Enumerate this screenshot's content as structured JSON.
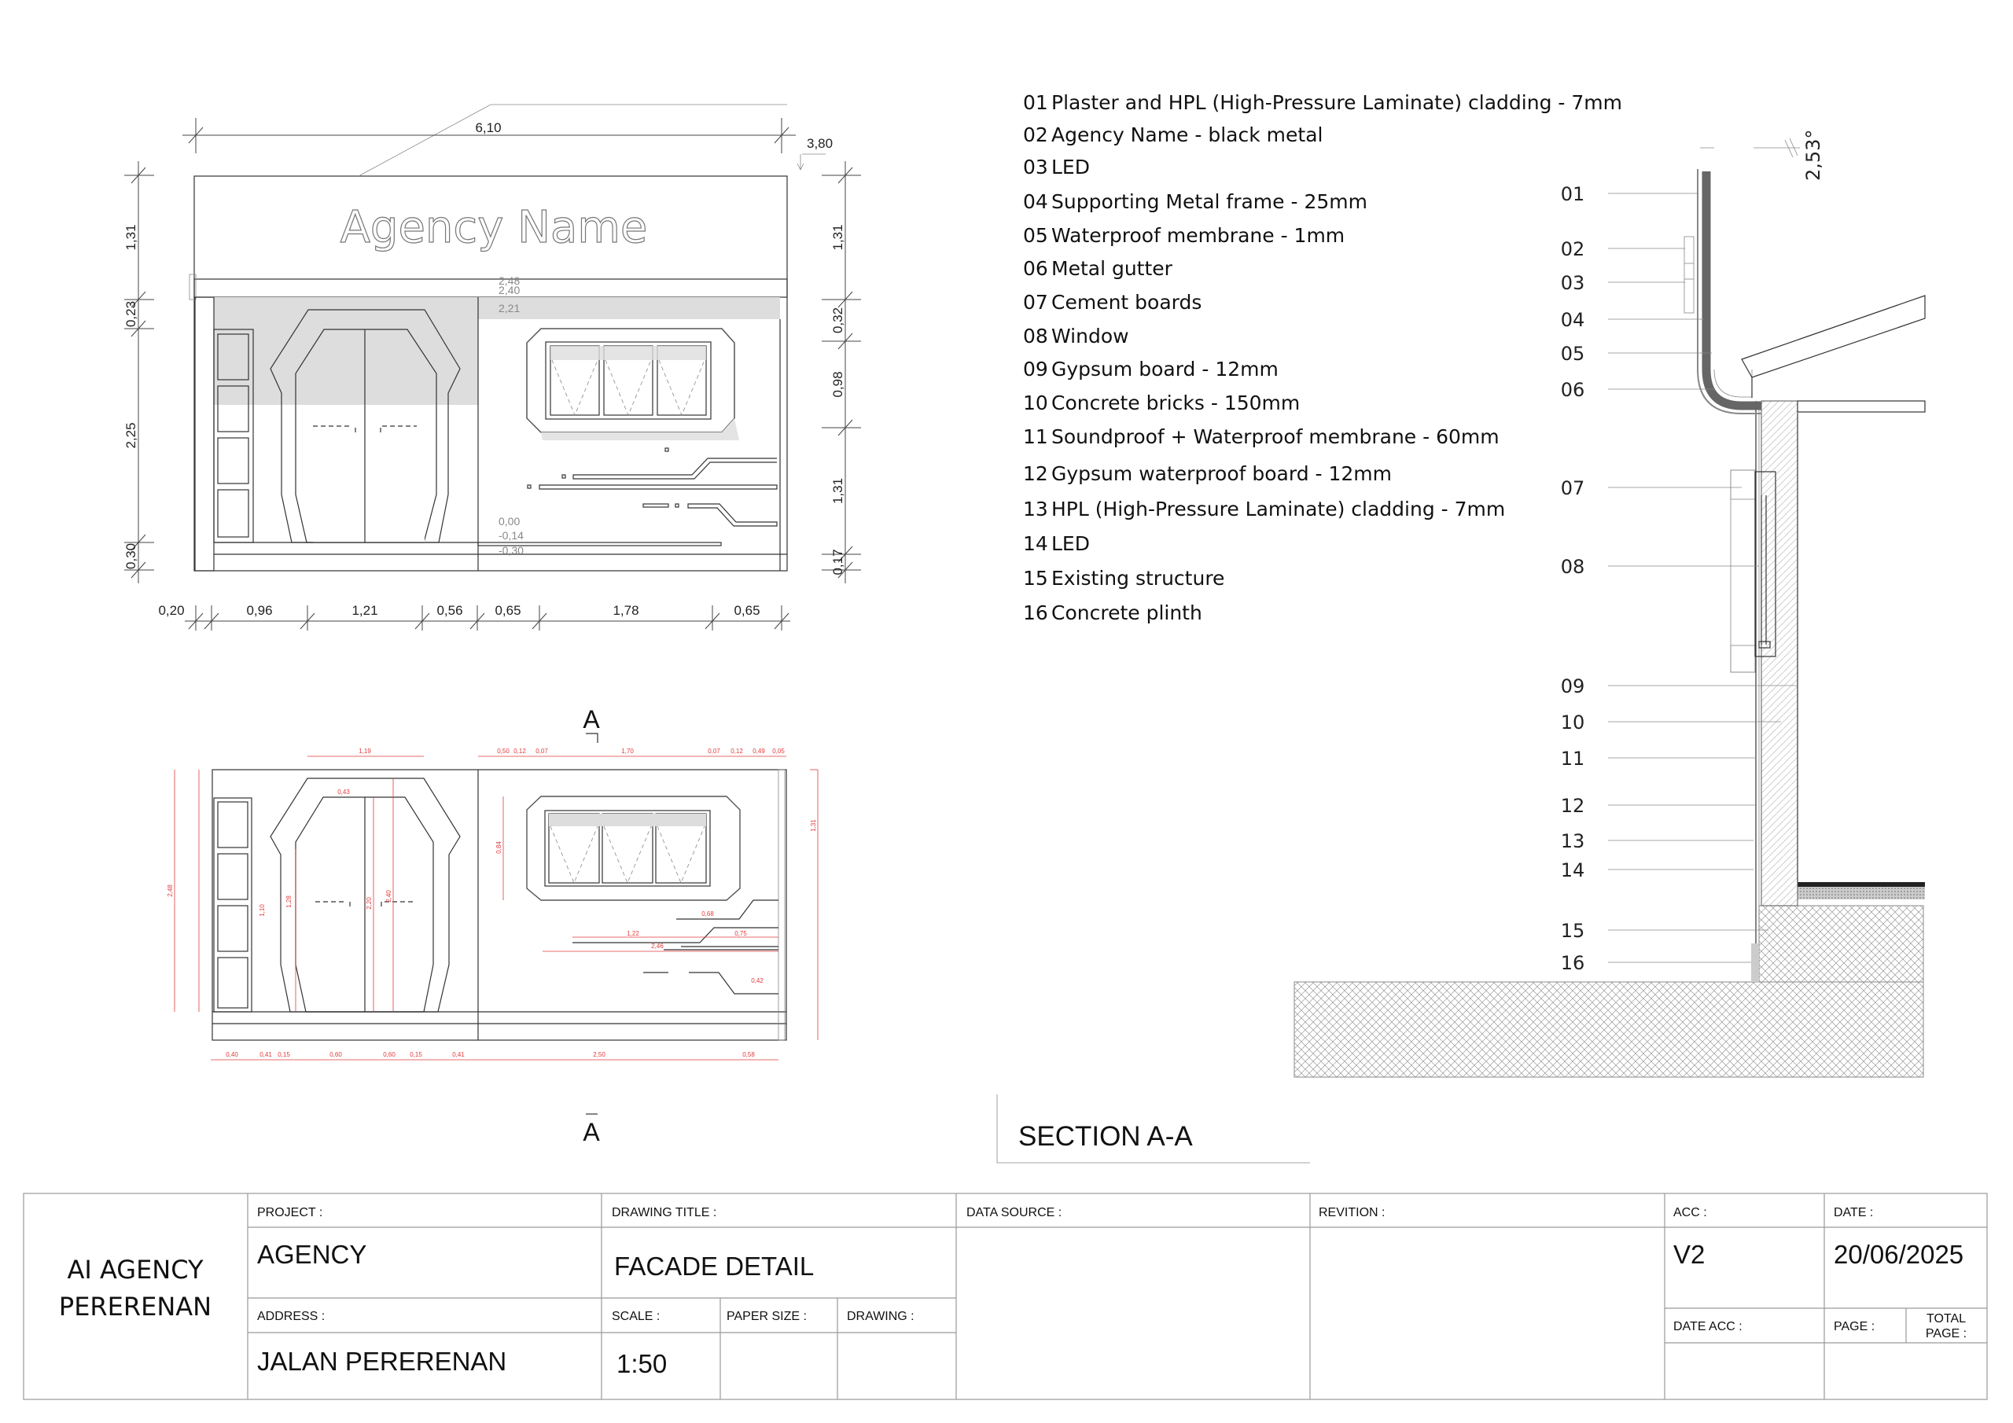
{
  "elevation": {
    "sign_text": "Agency Name",
    "top_dim": "6,10",
    "roof_level": "3,80",
    "left_dims": [
      "1,31",
      "0,23",
      "2,25",
      "0,30"
    ],
    "right_dims": [
      "1,31",
      "0,32",
      "0,98",
      "1,31",
      "0,17"
    ],
    "bottom_dims": [
      "0,20",
      "0,96",
      "1,21",
      "0,56",
      "0,65",
      "1,78",
      "0,65"
    ],
    "levels_top": [
      "2,48",
      "2,40",
      "2,21"
    ],
    "levels_bottom": [
      "0,00",
      "-0,14",
      "-0,30"
    ]
  },
  "plan": {
    "section_marker_top": "A",
    "section_marker_bottom": "A",
    "bottom_dims": [
      "0,40",
      "0,41",
      "0,15",
      "0,60",
      "0,60",
      "0,15",
      "0,41",
      "2,50",
      "0,58"
    ],
    "top_dims": [
      "1,19",
      "0,50",
      "0,12",
      "0,07",
      "1,70",
      "0,07",
      "0,12",
      "0,49",
      "0,05"
    ],
    "left_dim": "2,48",
    "right_dim": "1,31",
    "inner_dims": [
      "0,43",
      "1,22",
      "2,46",
      "0,75",
      "0,68",
      "0,42"
    ],
    "inner_vertical_dims": [
      "0,84",
      "2,20",
      "2,40",
      "1,10",
      "1,28"
    ]
  },
  "legend": {
    "items": [
      {
        "num": "01",
        "text": "Plaster and HPL (High-Pressure Laminate) cladding - 7mm"
      },
      {
        "num": "02",
        "text": "Agency Name - black metal"
      },
      {
        "num": "03",
        "text": "LED"
      },
      {
        "num": "04",
        "text": "Supporting Metal frame - 25mm"
      },
      {
        "num": "05",
        "text": "Waterproof membrane - 1mm"
      },
      {
        "num": "06",
        "text": "Metal gutter"
      },
      {
        "num": "07",
        "text": "Cement boards"
      },
      {
        "num": "08",
        "text": "Window"
      },
      {
        "num": "09",
        "text": "Gypsum board - 12mm"
      },
      {
        "num": "10",
        "text": "Concrete bricks - 150mm"
      },
      {
        "num": "11",
        "text": "Soundproof + Waterproof membrane - 60mm"
      },
      {
        "num": "12",
        "text": "Gypsum waterproof board - 12mm"
      },
      {
        "num": "13",
        "text": "HPL (High-Pressure Laminate) cladding - 7mm"
      },
      {
        "num": "14",
        "text": "LED"
      },
      {
        "num": "15",
        "text": "Existing structure"
      },
      {
        "num": "16",
        "text": "Concrete plinth"
      }
    ]
  },
  "section": {
    "title": "SECTION A-A",
    "roof_angle": "2,53°",
    "labels": [
      "01",
      "02",
      "03",
      "04",
      "05",
      "06",
      "07",
      "08",
      "09",
      "10",
      "11",
      "12",
      "13",
      "14",
      "15",
      "16"
    ]
  },
  "title_block": {
    "firm_line1": "AI AGENCY",
    "firm_line2": "PERERENAN",
    "project_label": "PROJECT :",
    "project_value": "AGENCY",
    "drawing_title_label": "DRAWING TITLE :",
    "drawing_title_value": "FACADE DETAIL",
    "data_source_label": "DATA SOURCE :",
    "revision_label": "REVITION :",
    "acc_label": "ACC :",
    "acc_value": "V2",
    "date_label": "DATE :",
    "date_value": "20/06/2025",
    "address_label": "ADDRESS :",
    "address_value": "JALAN PERERENAN",
    "scale_label": "SCALE :",
    "scale_value": "1:50",
    "paper_size_label": "PAPER SIZE :",
    "drawing_label": "DRAWING :",
    "date_acc_label": "DATE ACC :",
    "page_label": "PAGE :",
    "total_page_line1": "TOTAL",
    "total_page_line2": "PAGE :"
  }
}
